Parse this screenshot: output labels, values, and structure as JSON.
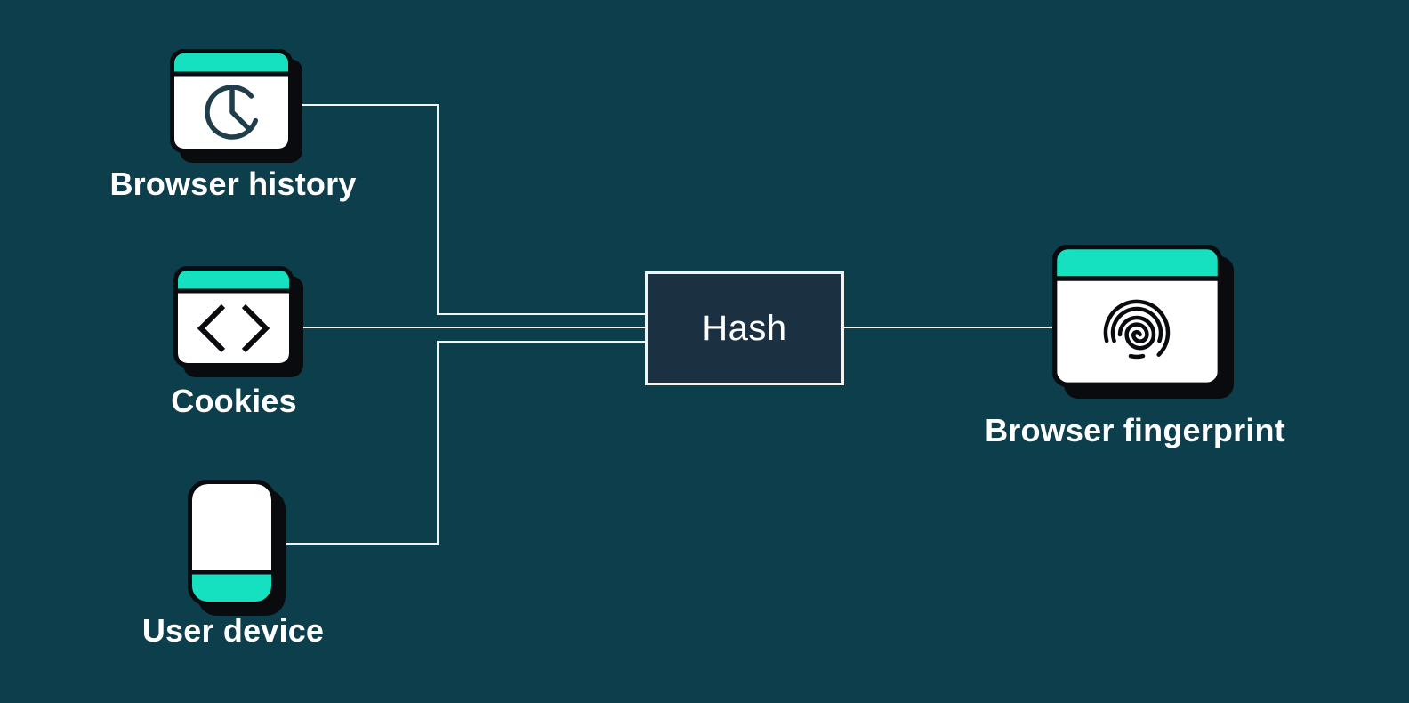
{
  "colors": {
    "background": "#0d3e4c",
    "accent_teal": "#15e0bf",
    "line": "#f2f4f4",
    "hash_box_fill": "#1b3040",
    "ink": "#0a0b0f",
    "clock_stroke": "#1f3d4a",
    "text": "#ffffff"
  },
  "nodes": {
    "browser_history": {
      "label": "Browser history",
      "icon": "browser-window-clock-icon"
    },
    "cookies": {
      "label": "Cookies",
      "icon": "browser-window-code-icon"
    },
    "user_device": {
      "label": "User device",
      "icon": "smartphone-icon"
    },
    "hash": {
      "label": "Hash"
    },
    "browser_fingerprint": {
      "label": "Browser fingerprint",
      "icon": "browser-window-fingerprint-icon"
    }
  },
  "edges": [
    {
      "from": "browser_history",
      "to": "hash"
    },
    {
      "from": "cookies",
      "to": "hash"
    },
    {
      "from": "user_device",
      "to": "hash"
    },
    {
      "from": "hash",
      "to": "browser_fingerprint"
    }
  ]
}
